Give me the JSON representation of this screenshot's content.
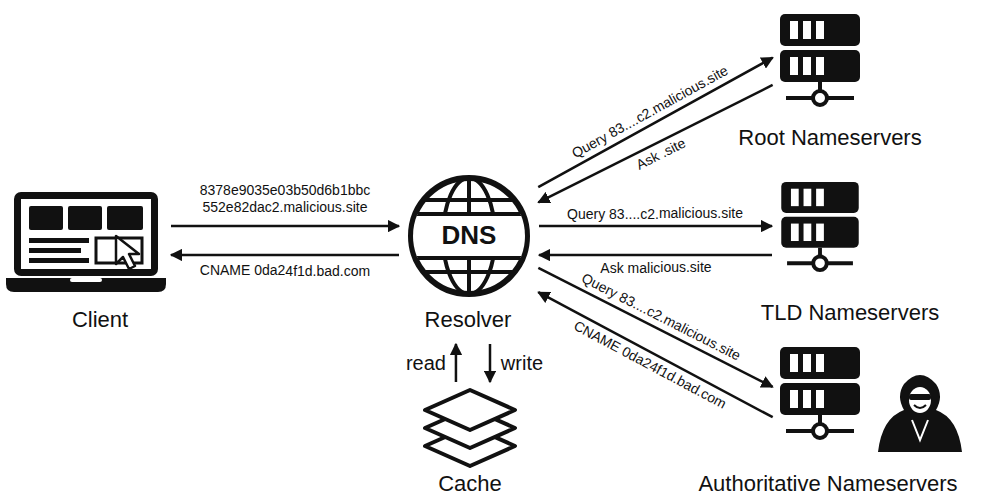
{
  "diagram": {
    "nodes": [
      {
        "text": [
          "Client"
        ]
      },
      {
        "text": [
          "DNS",
          "Resolver"
        ]
      },
      {
        "text": [
          "Cache"
        ]
      },
      {
        "text": [
          "Root Nameservers"
        ]
      },
      {
        "text": [
          "TLD Nameservers"
        ]
      },
      {
        "text": [
          "Authoritative Nameservers"
        ]
      }
    ],
    "edges": [
      {
        "from": 0,
        "to": 1,
        "arrow": "to",
        "label": "8378e9035e03b50d6b1bbc 552e82dac2.malicious.site"
      },
      {
        "from": 1,
        "to": 0,
        "arrow": "to",
        "label": "CNAME 0da24f1d.bad.com"
      },
      {
        "from": 1,
        "to": 3,
        "arrow": "to",
        "label": "Query 83....c2.malicious.site"
      },
      {
        "from": 3,
        "to": 1,
        "arrow": "to",
        "label": "Ask .site"
      },
      {
        "from": 1,
        "to": 4,
        "arrow": "to",
        "label": "Query 83....c2.malicious.site"
      },
      {
        "from": 4,
        "to": 1,
        "arrow": "to",
        "label": "Ask malicious.site"
      },
      {
        "from": 1,
        "to": 5,
        "arrow": "to",
        "label": "Query 83....c2.malicious.site"
      },
      {
        "from": 5,
        "to": 1,
        "arrow": "to",
        "label": "CNAME 0da24f1d.bad.com"
      },
      {
        "from": 2,
        "to": 1,
        "arrow": "to",
        "label": "read"
      },
      {
        "from": 1,
        "to": 2,
        "arrow": "to",
        "label": "write"
      }
    ]
  }
}
